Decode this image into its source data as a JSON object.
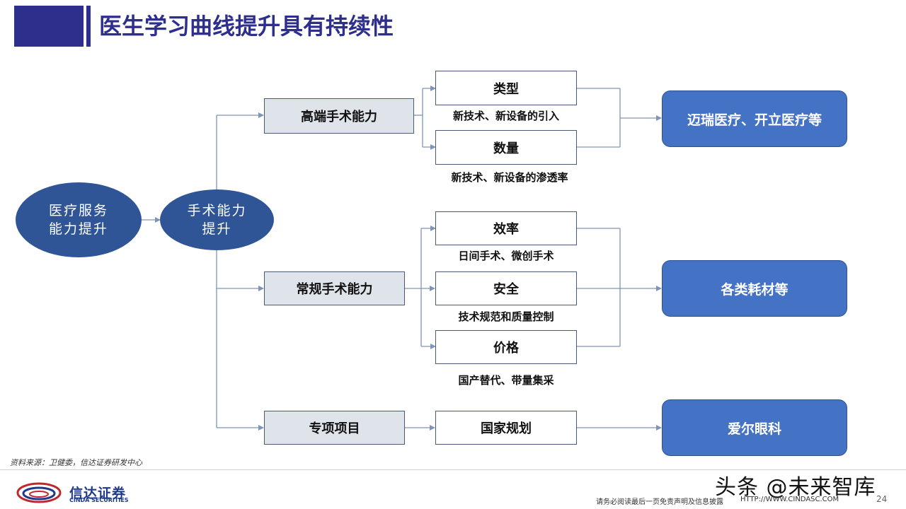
{
  "header": {
    "title": "医生学习曲线提升具有持续性"
  },
  "colors": {
    "brand_navy": "#2e2f8c",
    "ellipse_fill": "#2f5597",
    "result_fill": "#4472c4",
    "category_fill": "#dfe3ea",
    "connector": "#7f95b8"
  },
  "diagram": {
    "root": {
      "line1": "医疗服务",
      "line2": "能力提升"
    },
    "hub": {
      "line1": "手术能力",
      "line2": "提升"
    },
    "branches": {
      "high_end": {
        "label": "高端手术能力",
        "factors": [
          {
            "label": "类型",
            "sub": "新技术、新设备的引入"
          },
          {
            "label": "数量",
            "sub": "新技术、新设备的渗透率"
          }
        ],
        "result": "迈瑞医疗、开立医疗等"
      },
      "regular": {
        "label": "常规手术能力",
        "factors": [
          {
            "label": "效率",
            "sub": "日间手术、微创手术"
          },
          {
            "label": "安全",
            "sub": "技术规范和质量控制"
          },
          {
            "label": "价格",
            "sub": "国产替代、带量集采"
          }
        ],
        "result": "各类耗材等"
      },
      "special": {
        "label": "专项项目",
        "factors": [
          {
            "label": "国家规划",
            "sub": ""
          }
        ],
        "result": "爱尔眼科"
      }
    }
  },
  "footer": {
    "source": "资料来源：卫健委，信达证券研发中心",
    "logo_name": "信达证券",
    "logo_en": "CINDA SECURITIES",
    "disclaimer": "请务必阅读最后一页免责声明及信息披露",
    "url": "HTTP://WWW.CINDASC.COM",
    "page_number": "24",
    "watermark": "头条 @未来智库"
  }
}
